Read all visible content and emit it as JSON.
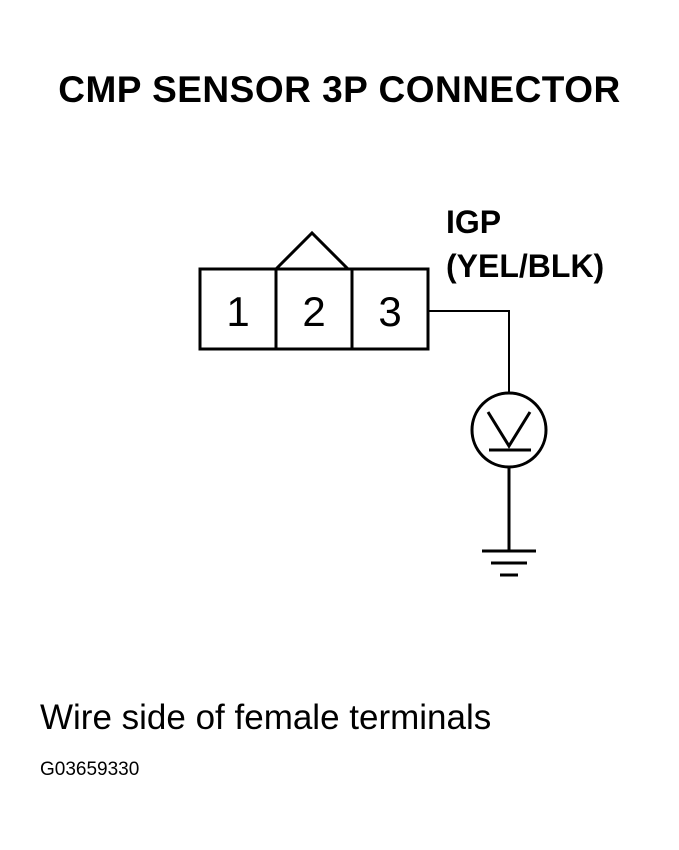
{
  "title": "CMP SENSOR 3P CONNECTOR",
  "connector": {
    "pins": [
      "1",
      "2",
      "3"
    ],
    "wire_signal": "IGP",
    "wire_color": "(YEL/BLK)"
  },
  "meter": {
    "symbol": "V",
    "icon": "voltmeter-icon"
  },
  "ground": {
    "icon": "ground-icon"
  },
  "caption": "Wire side of female terminals",
  "figure_id": "G03659330"
}
